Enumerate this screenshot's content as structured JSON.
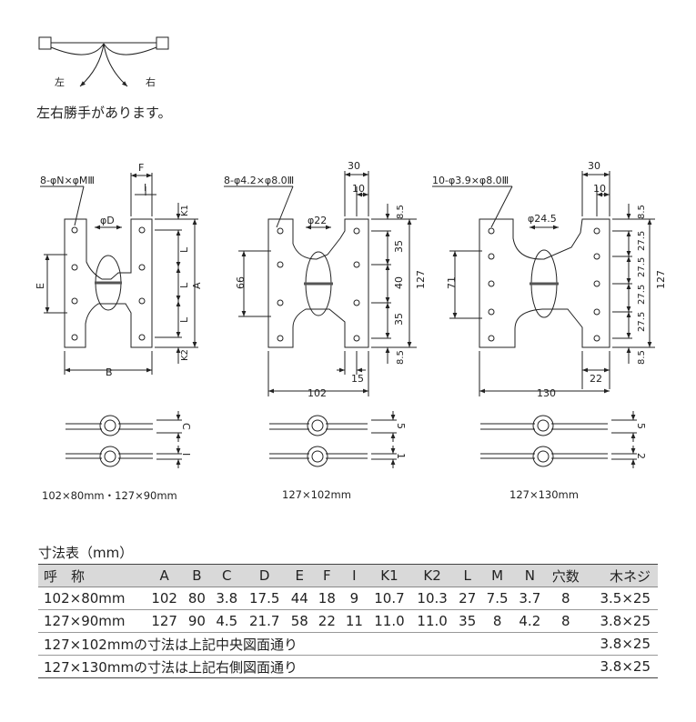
{
  "handing": {
    "left_label": "左",
    "right_label": "右",
    "note": "左右勝手があります。"
  },
  "drawings": {
    "general": {
      "hole_callout": "8-φN×φMⅢ",
      "dims": {
        "F": "F",
        "I": "I",
        "phiD": "φD",
        "K1": "K1",
        "K2": "K2",
        "L": "L",
        "A": "A",
        "E": "E",
        "B": "B",
        "C": "C",
        "I2": "I"
      },
      "caption": "102×80mm・127×90mm"
    },
    "middle": {
      "hole_callout": "8-φ4.2×φ8.0Ⅲ",
      "dims": {
        "top30": "30",
        "top10": "10",
        "phi": "φ22",
        "d85a": "8.5",
        "d35a": "35",
        "d40": "40",
        "d35b": "35",
        "d85b": "8.5",
        "h127": "127",
        "h66": "66",
        "b15": "15",
        "w102": "102",
        "side5": "5",
        "side1": "1"
      },
      "caption": "127×102mm"
    },
    "right": {
      "hole_callout": "10-φ3.9×φ8.0Ⅲ",
      "dims": {
        "top30": "30",
        "top10": "10",
        "phi": "φ24.5",
        "d85a": "8.5",
        "d275a": "27.5",
        "d275b": "27.5",
        "d275c": "27.5",
        "d275d": "27.5",
        "d85b": "8.5",
        "h127": "127",
        "h71": "71",
        "b22": "22",
        "w130": "130",
        "side5": "5",
        "side2": "2"
      },
      "caption": "127×130mm"
    }
  },
  "table": {
    "title": "寸法表（mm）",
    "headers": [
      "呼　称",
      "A",
      "B",
      "C",
      "D",
      "E",
      "F",
      "I",
      "K1",
      "K2",
      "L",
      "M",
      "N",
      "穴数",
      "木ネジ"
    ],
    "rows": [
      [
        "102×80mm",
        "102",
        "80",
        "3.8",
        "17.5",
        "44",
        "18",
        "9",
        "10.7",
        "10.3",
        "27",
        "7.5",
        "3.7",
        "8",
        "3.5×25"
      ],
      [
        "127×90mm",
        "127",
        "90",
        "4.5",
        "21.7",
        "58",
        "22",
        "11",
        "11.0",
        "11.0",
        "35",
        "8",
        "4.2",
        "8",
        "3.8×25"
      ]
    ],
    "notes": [
      {
        "text": "127×102mmの寸法は上記中央図面通り",
        "screw": "3.8×25"
      },
      {
        "text": "127×130mmの寸法は上記右側図面通り",
        "screw": "3.8×25"
      }
    ]
  }
}
